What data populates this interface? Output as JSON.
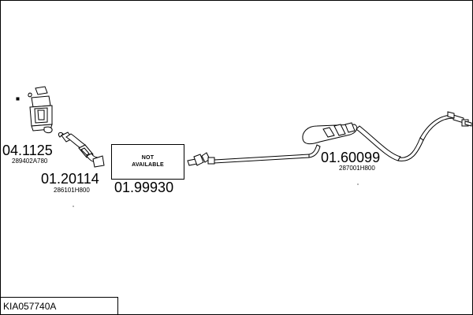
{
  "diagram": {
    "reference": "KIA057740A",
    "not_available": {
      "line1": "NOT",
      "line2": "AVAILABLE"
    },
    "parts": [
      {
        "code": "04.1125",
        "oem": "289402A780"
      },
      {
        "code": "01.20114",
        "oem": "286101H800"
      },
      {
        "code": "01.99930"
      },
      {
        "code": "01.60099",
        "oem": "287001H800"
      }
    ]
  }
}
